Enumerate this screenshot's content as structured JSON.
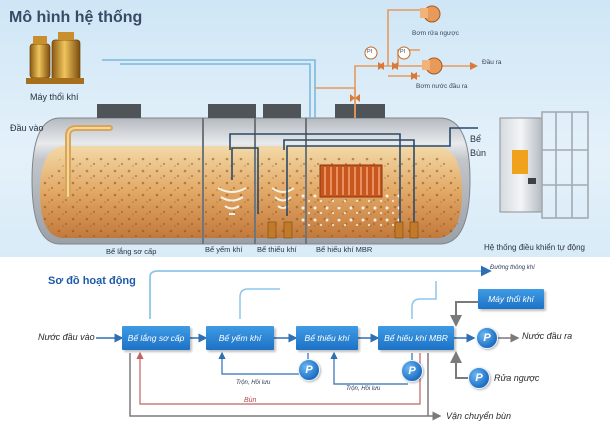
{
  "system_model": {
    "title": "Mô hình hệ thống",
    "blower_label": "Máy thổi khí",
    "inlet_label": "Đầu vào",
    "sludge_tank_label_line1": "Bể",
    "sludge_tank_label_line2": "Bùn",
    "backwash_pump_label": "Bơm rửa ngược",
    "outlet_pump_label": "Bơm nước đầu ra",
    "outlet_label": "Đầu ra",
    "pi_label": "PI",
    "compartments": [
      "Bể lắng sơ cấp",
      "Bể yếm khí",
      "Bể thiếu khí",
      "Bể hiếu khí MBR"
    ],
    "control_system_label": "Hệ thống điều khiển tự động"
  },
  "flow_diagram": {
    "title": "Sơ đồ hoạt động",
    "air_line_label": "Đường thông khí",
    "inlet_water_label": "Nước đầu vào",
    "boxes": [
      "Bể lắng sơ cấp",
      "Bể yếm khí",
      "Bể thiếu khí",
      "Bể hiếu khí MBR"
    ],
    "blower_box_label": "Máy thổi khí",
    "outlet_water_label": "Nước đầu ra",
    "backwash_label": "Rửa ngược",
    "recycle_label_1": "Trộn, Hồi lưu",
    "recycle_label_2": "Trộn, Hồi lưu",
    "sludge_label": "Bùn",
    "sludge_transport_label": "Vận chuyển bùn",
    "pump_symbol": "P"
  }
}
